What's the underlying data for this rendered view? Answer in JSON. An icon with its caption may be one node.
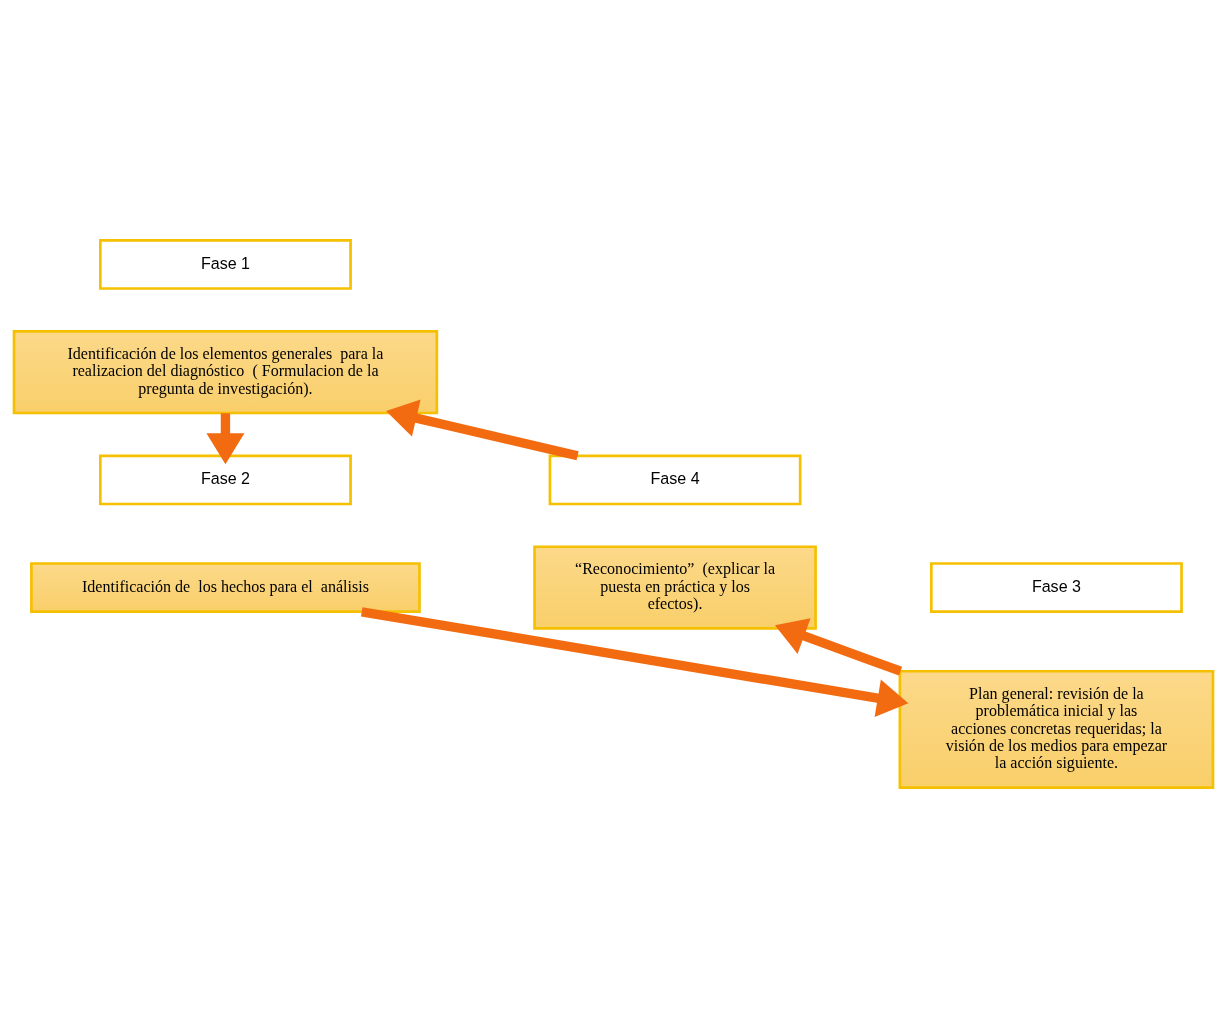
{
  "diagram": {
    "nodes": [
      {
        "text": [
          "Fase 1"
        ]
      },
      {
        "text": [
          "Identificación de los elementos generales  para la realizacion del diagnóstico  ( Formulacion de la pregunta de investigación)."
        ]
      },
      {
        "text": [
          "Fase 2"
        ]
      },
      {
        "text": [
          "Identificación de  los hechos para el  análisis"
        ]
      },
      {
        "text": [
          "Fase 3"
        ]
      },
      {
        "text": [
          "Plan general: revisión de la problemática inicial y las acciones concretas requeridas; la visión de los medios para empezar la acción siguiente."
        ]
      },
      {
        "text": [
          "Fase 4"
        ]
      },
      {
        "text": [
          "“Reconocimiento”  (explicar la puesta en práctica y los efectos)."
        ]
      }
    ],
    "edges": [
      {
        "from": 1,
        "to": 2,
        "arrow": "to"
      },
      {
        "from": 3,
        "to": 5,
        "arrow": "to"
      },
      {
        "from": 5,
        "to": 7,
        "arrow": "to"
      },
      {
        "from": 6,
        "to": 1,
        "arrow": "to"
      }
    ]
  }
}
